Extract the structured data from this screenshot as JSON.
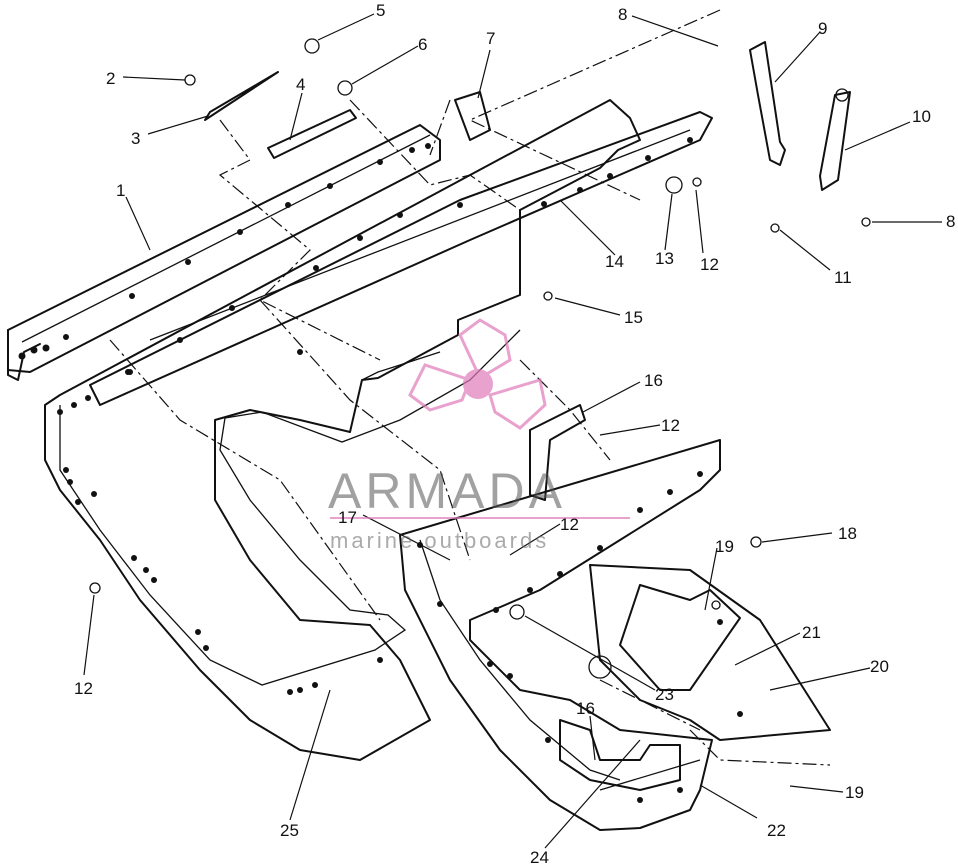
{
  "watermark": {
    "brand": "ARMADA",
    "tagline": "marine outboards",
    "logo_color": "#e07ab8"
  },
  "callouts": [
    {
      "id": "c1",
      "label": "1"
    },
    {
      "id": "c2",
      "label": "2"
    },
    {
      "id": "c3",
      "label": "3"
    },
    {
      "id": "c4",
      "label": "4"
    },
    {
      "id": "c5",
      "label": "5"
    },
    {
      "id": "c6",
      "label": "6"
    },
    {
      "id": "c7",
      "label": "7"
    },
    {
      "id": "c8a",
      "label": "8"
    },
    {
      "id": "c9",
      "label": "9"
    },
    {
      "id": "c10",
      "label": "10"
    },
    {
      "id": "c8b",
      "label": "8"
    },
    {
      "id": "c11",
      "label": "11"
    },
    {
      "id": "c12a",
      "label": "12"
    },
    {
      "id": "c13",
      "label": "13"
    },
    {
      "id": "c14",
      "label": "14"
    },
    {
      "id": "c15",
      "label": "15"
    },
    {
      "id": "c16a",
      "label": "16"
    },
    {
      "id": "c12b",
      "label": "12"
    },
    {
      "id": "c12c",
      "label": "12"
    },
    {
      "id": "c17",
      "label": "17"
    },
    {
      "id": "c18",
      "label": "18"
    },
    {
      "id": "c19a",
      "label": "19"
    },
    {
      "id": "c21",
      "label": "21"
    },
    {
      "id": "c20",
      "label": "20"
    },
    {
      "id": "c23",
      "label": "23"
    },
    {
      "id": "c12d",
      "label": "12"
    },
    {
      "id": "c16b",
      "label": "16"
    },
    {
      "id": "c19b",
      "label": "19"
    },
    {
      "id": "c25",
      "label": "25"
    },
    {
      "id": "c22",
      "label": "22"
    },
    {
      "id": "c24",
      "label": "24"
    }
  ]
}
